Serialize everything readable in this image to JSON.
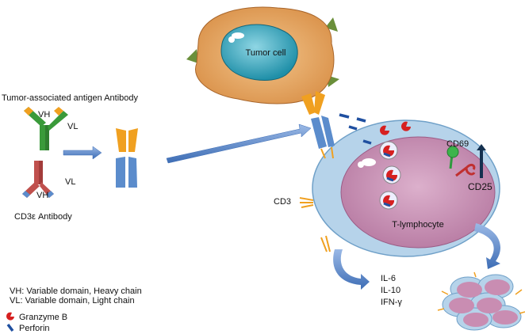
{
  "labels": {
    "taa_antibody": "Tumor-associated antigen Antibody",
    "cd3_antibody": "CD3ε Antibody",
    "vh_top": "VH",
    "vl_top": "VL",
    "vh_bottom": "VH",
    "vl_bottom": "VL",
    "tumor_cell": "Tumor cell",
    "t_lymphocyte": "T-lymphocyte",
    "cd69": "CD69",
    "cd25": "CD25",
    "cd3": "CD3",
    "il6": "IL-6",
    "il10": "IL-10",
    "ifng": "IFN-γ"
  },
  "legend": {
    "vh": "VH: Variable domain, Heavy chain",
    "vl": "VL: Variable domain, Light chain",
    "granzyme": "Granzyme B",
    "perforin": "Perforin"
  },
  "colors": {
    "tumor": "#e8a85c",
    "nucleus": "#2a9fb5",
    "tcell_outer": "#a9cbe6",
    "tcell_inner": "#c98db2",
    "heavy_green": "#3a9a3a",
    "antibody_orange": "#f0a020",
    "antibody_red": "#c0504d",
    "antibody_blue": "#5b8ccc",
    "arrow": "#4f7fc4",
    "granzyme": "#d62020",
    "perforin": "#1f4fa0"
  }
}
